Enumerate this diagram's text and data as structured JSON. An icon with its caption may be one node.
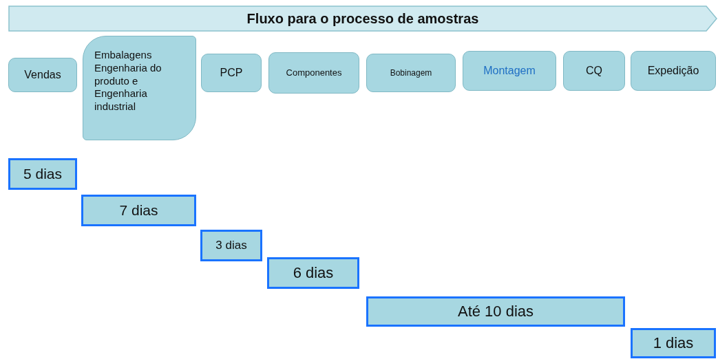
{
  "diagram": {
    "nodes": [
      {
        "text": [
          "Fluxo para o processo de amostras"
        ]
      },
      {
        "text": [
          "Vendas"
        ]
      },
      {
        "text": [
          "Embalagens Engenharia do produto e Engenharia industrial"
        ]
      },
      {
        "text": [
          "PCP"
        ]
      },
      {
        "text": [
          "Componentes"
        ]
      },
      {
        "text": [
          "Bobinagem"
        ]
      },
      {
        "text": [
          "Montagem"
        ]
      },
      {
        "text": [
          "CQ"
        ]
      },
      {
        "text": [
          "Expedição"
        ]
      },
      {
        "text": [
          "5 dias"
        ]
      },
      {
        "text": [
          "7 dias"
        ]
      },
      {
        "text": [
          "3 dias"
        ]
      },
      {
        "text": [
          "6 dias"
        ]
      },
      {
        "text": [
          "Até 10 dias"
        ]
      },
      {
        "text": [
          "1 dias"
        ]
      }
    ]
  }
}
